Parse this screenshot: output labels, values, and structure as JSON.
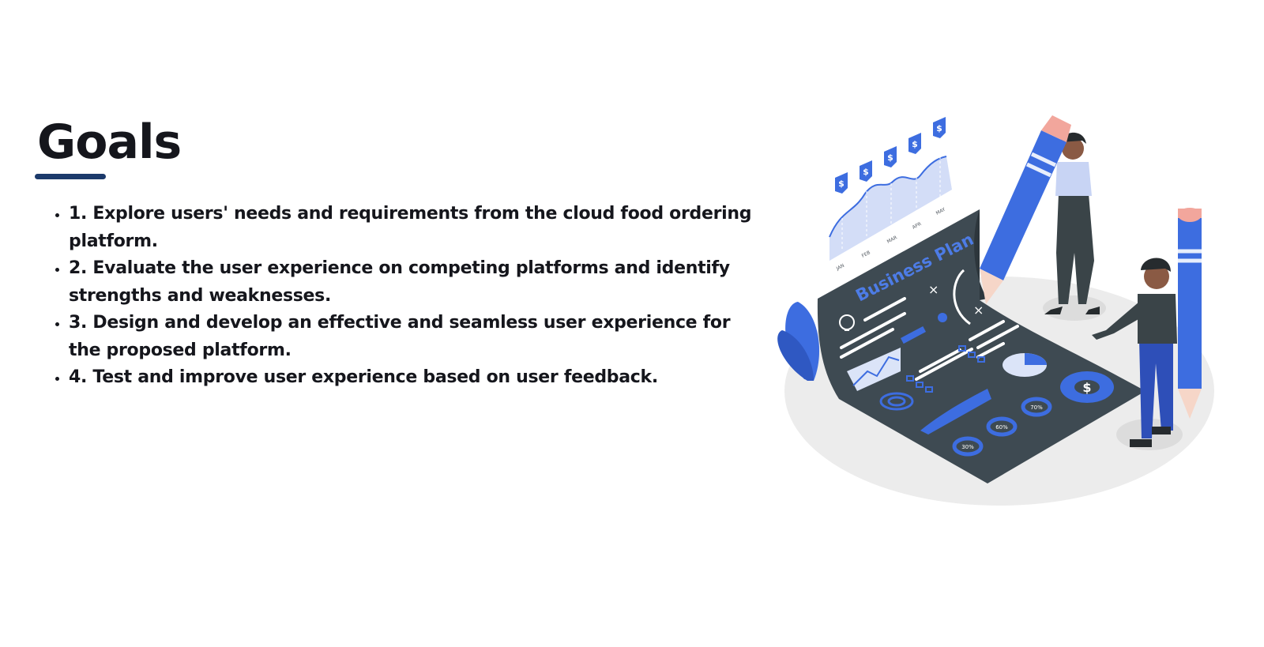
{
  "title": "Goals",
  "goals": [
    "1. Explore users' needs and requirements from the cloud food ordering platform.",
    "2. Evaluate the user experience on competing platforms and identify strengths and weaknesses.",
    "3. Design and develop an effective and seamless user experience for the proposed platform.",
    "4. Test and improve user experience based on user feedback."
  ],
  "illustration": {
    "board_title": "Business Plan",
    "chart_months": [
      "JAN",
      "FEB",
      "MAR",
      "APR",
      "MAY"
    ],
    "currency_symbol": "$",
    "donut_labels": [
      "30%",
      "60%",
      "70%"
    ],
    "colors": {
      "accent": "#3d6de0",
      "board": "#3e4a52",
      "skin": "#f2a69c",
      "floor": "#ececec",
      "heading_underline": "#1c3a6b"
    }
  }
}
